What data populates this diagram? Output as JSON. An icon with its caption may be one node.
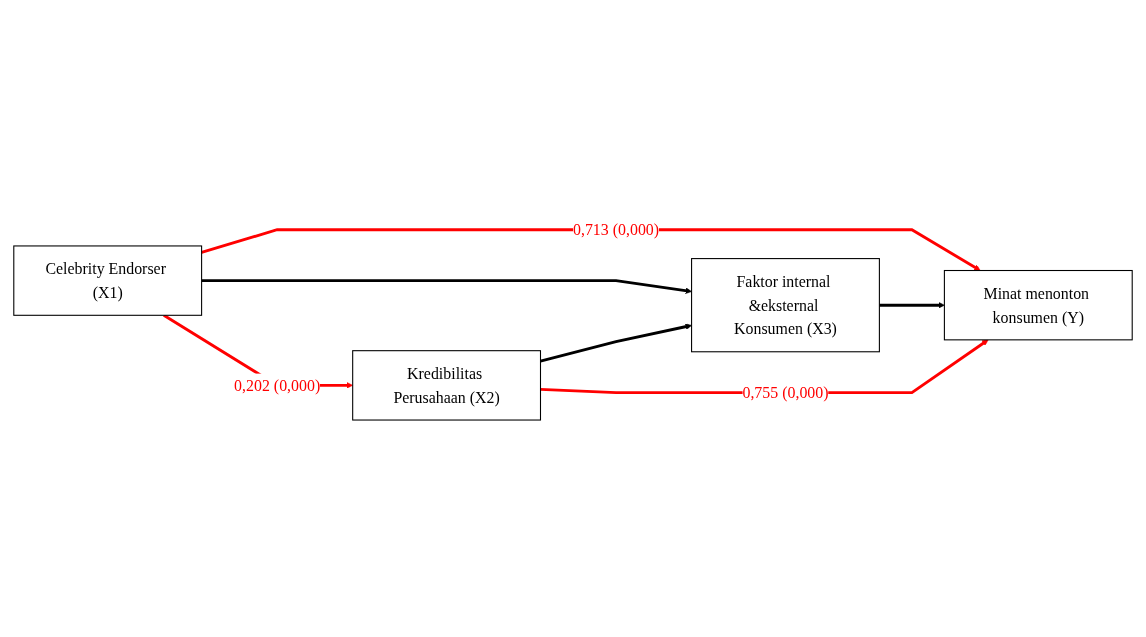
{
  "diagram": {
    "nodes": [
      {
        "text": [
          "Celebrity Endorser (X1)"
        ]
      },
      {
        "text": [
          "Faktor internal &eksternal Konsumen (X3)"
        ]
      },
      {
        "text": [
          "Minat menonton konsumen (Y)"
        ]
      },
      {
        "text": [
          "Kredibilitas Perusahaan (X2)"
        ]
      }
    ],
    "edges": [
      {
        "from": 0,
        "to": 2,
        "arrow": "to",
        "label": "0,713 (0,000)",
        "color": "#ff0000"
      },
      {
        "from": 0,
        "to": 1,
        "arrow": "to",
        "color": "#000000"
      },
      {
        "from": 0,
        "to": 3,
        "arrow": "to",
        "label": "0,202 (0,000)",
        "color": "#ff0000"
      },
      {
        "from": 1,
        "to": 2,
        "arrow": "to",
        "color": "#000000"
      },
      {
        "from": 3,
        "to": 1,
        "arrow": "to",
        "color": "#000000"
      },
      {
        "from": 3,
        "to": 2,
        "arrow": "to",
        "label": "0,755 (0,000)",
        "color": "#ff0000"
      }
    ]
  }
}
